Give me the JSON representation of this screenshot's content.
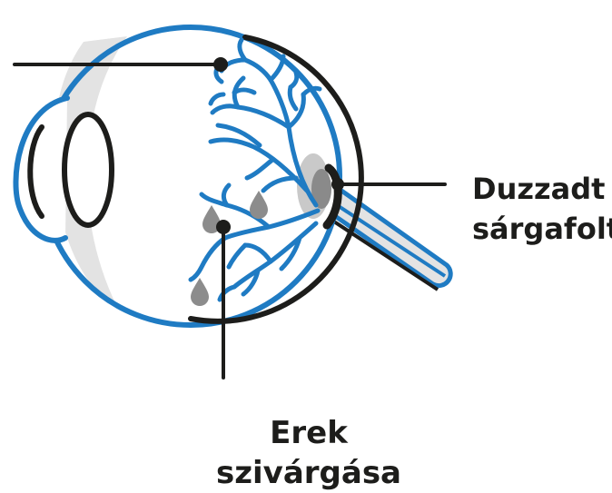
{
  "labels": {
    "macula_line1": "Duzzadt",
    "macula_line2": "sárgafolt",
    "leakage": "Erek szivárgása"
  },
  "colors": {
    "outline_blue": "#1f7bc3",
    "vessel_blue": "#1f7bc3",
    "eye_fill": "#e3e3e3",
    "dark_stroke": "#1d1d1b",
    "swelling_gray": "#8a8a8a",
    "swelling_light": "#c9c9c9",
    "drop_gray": "#8c8c8c",
    "text": "#1d1d1b"
  }
}
